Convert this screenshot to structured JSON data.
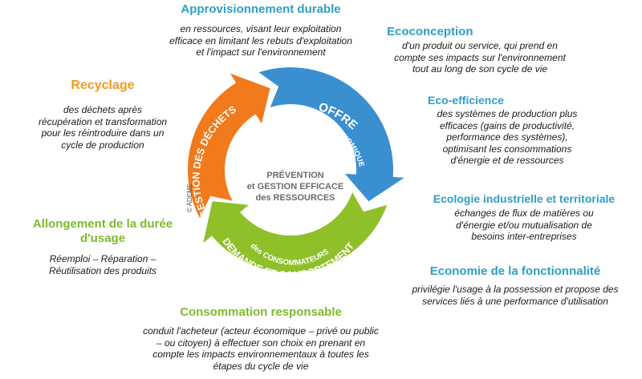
{
  "approvisionnement": {
    "title": "Approvisionnement durable",
    "lines": [
      "en ressources, visant leur exploitation",
      "efficace en limitant les rebuts d'exploitation",
      "et l'impact sur l'environnement"
    ]
  },
  "ecoconception": {
    "title": "Ecoconception",
    "lines": [
      "d'un produit ou service, qui prend en",
      "compte ses impacts sur l'environnement",
      "tout au long de son cycle de vie"
    ]
  },
  "ecoefficience": {
    "title": "Eco-efficience",
    "lines": [
      "des systèmes de production plus",
      "efficaces (gains de productivité,",
      "performance des systèmes),",
      "optimisant les consommations",
      "d'énergie et de ressources"
    ]
  },
  "ecologie": {
    "title": "Ecologie industrielle et territoriale",
    "lines": [
      "échanges de flux de matières ou",
      "d'énergie et/ou mutualisation de",
      "besoins inter-entreprises"
    ]
  },
  "fonctionnalite": {
    "title": "Economie de la fonctionnalité",
    "lines": [
      "privilégie l'usage à la possession et propose des",
      "services liés à une performance d'utilisation"
    ]
  },
  "consommation": {
    "title": "Consommation responsable",
    "lines": [
      "conduit l'acheteur (acteur économique – privé ou public",
      "– ou citoyen) à effectuer son choix en prenant en",
      "compte les impacts environnementaux à toutes les",
      "étapes du cycle de vie"
    ]
  },
  "allongement": {
    "title": "Allongement de la durée d'usage",
    "lines": [
      "Réemploi – Réparation –",
      "Réutilisation des produits"
    ]
  },
  "recyclage": {
    "title": "Recyclage",
    "lines": [
      "des déchets après",
      "récupération et transformation",
      "pour les réintroduire dans un",
      "cycle de production"
    ]
  },
  "cycle": {
    "centre_lines": [
      "PRÉVENTION",
      "et GESTION EFFICACE",
      "des RESSOURCES"
    ],
    "offre_main": "OFFRE",
    "offre_sub": "des ACTEURS ÉCONOMIQUES",
    "demande_main": "DEMANDE ET COMPORTEMENT",
    "demande_sub": "des CONSOMMATEURS",
    "dechets": "GESTION DES DÉCHETS",
    "credit": "© ADEME"
  },
  "colors": {
    "offre": "#3a8fd0",
    "demande": "#8fc02a",
    "dechets": "#f07a1c"
  }
}
